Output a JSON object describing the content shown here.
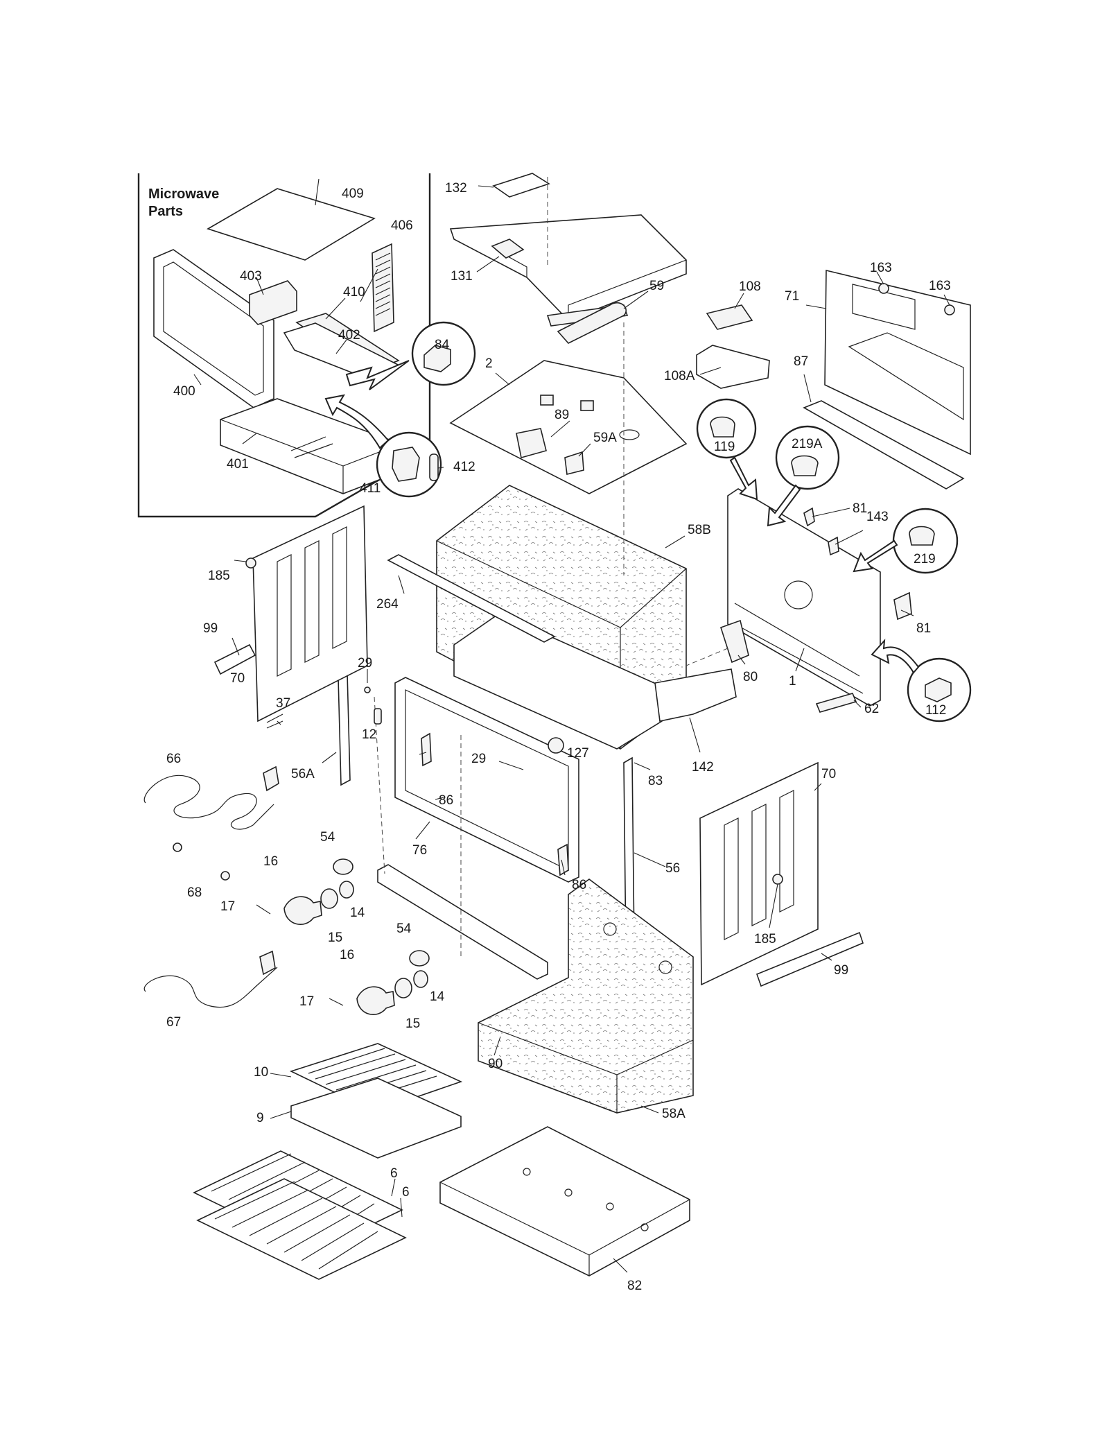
{
  "diagram": {
    "section_title_line1": "Microwave",
    "section_title_line2": "Parts",
    "labels": [
      {
        "id": "l132",
        "text": "132"
      },
      {
        "id": "l131",
        "text": "131"
      },
      {
        "id": "l59",
        "text": "59"
      },
      {
        "id": "l108",
        "text": "108"
      },
      {
        "id": "l108A",
        "text": "108A"
      },
      {
        "id": "l71",
        "text": "71"
      },
      {
        "id": "l163a",
        "text": "163"
      },
      {
        "id": "l163b",
        "text": "163"
      },
      {
        "id": "l87",
        "text": "87"
      },
      {
        "id": "l409",
        "text": "409"
      },
      {
        "id": "l406",
        "text": "406"
      },
      {
        "id": "l403",
        "text": "403"
      },
      {
        "id": "l410",
        "text": "410"
      },
      {
        "id": "l402",
        "text": "402"
      },
      {
        "id": "l400",
        "text": "400"
      },
      {
        "id": "l401",
        "text": "401"
      },
      {
        "id": "l84",
        "text": "84"
      },
      {
        "id": "l411",
        "text": "411"
      },
      {
        "id": "l412",
        "text": "412"
      },
      {
        "id": "l2",
        "text": "2"
      },
      {
        "id": "l89",
        "text": "89"
      },
      {
        "id": "l59A",
        "text": "59A"
      },
      {
        "id": "l119",
        "text": "119"
      },
      {
        "id": "l219A",
        "text": "219A"
      },
      {
        "id": "l219",
        "text": "219"
      },
      {
        "id": "l81a",
        "text": "81"
      },
      {
        "id": "l143",
        "text": "143"
      },
      {
        "id": "l81b",
        "text": "81"
      },
      {
        "id": "l80",
        "text": "80"
      },
      {
        "id": "l1",
        "text": "1"
      },
      {
        "id": "l112",
        "text": "112"
      },
      {
        "id": "l62",
        "text": "62"
      },
      {
        "id": "l58B",
        "text": "58B"
      },
      {
        "id": "l264",
        "text": "264"
      },
      {
        "id": "l185a",
        "text": "185"
      },
      {
        "id": "l99a",
        "text": "99"
      },
      {
        "id": "l70a",
        "text": "70"
      },
      {
        "id": "l29a",
        "text": "29"
      },
      {
        "id": "l12",
        "text": "12"
      },
      {
        "id": "l37",
        "text": "37"
      },
      {
        "id": "l56A",
        "text": "56A"
      },
      {
        "id": "l66",
        "text": "66"
      },
      {
        "id": "l68",
        "text": "68"
      },
      {
        "id": "l29b",
        "text": "29"
      },
      {
        "id": "l127",
        "text": "127"
      },
      {
        "id": "l86a",
        "text": "86"
      },
      {
        "id": "l76",
        "text": "76"
      },
      {
        "id": "l86b",
        "text": "86"
      },
      {
        "id": "l142",
        "text": "142"
      },
      {
        "id": "l83",
        "text": "83"
      },
      {
        "id": "l56",
        "text": "56"
      },
      {
        "id": "l70b",
        "text": "70"
      },
      {
        "id": "l185b",
        "text": "185"
      },
      {
        "id": "l99b",
        "text": "99"
      },
      {
        "id": "l54a",
        "text": "54"
      },
      {
        "id": "l16a",
        "text": "16"
      },
      {
        "id": "l14a",
        "text": "14"
      },
      {
        "id": "l17a",
        "text": "17"
      },
      {
        "id": "l15a",
        "text": "15"
      },
      {
        "id": "l54b",
        "text": "54"
      },
      {
        "id": "l16b",
        "text": "16"
      },
      {
        "id": "l14b",
        "text": "14"
      },
      {
        "id": "l17b",
        "text": "17"
      },
      {
        "id": "l15b",
        "text": "15"
      },
      {
        "id": "l90",
        "text": "90"
      },
      {
        "id": "l67",
        "text": "67"
      },
      {
        "id": "l10",
        "text": "10"
      },
      {
        "id": "l9",
        "text": "9"
      },
      {
        "id": "l58A",
        "text": "58A"
      },
      {
        "id": "l6a",
        "text": "6"
      },
      {
        "id": "l6b",
        "text": "6"
      },
      {
        "id": "l82",
        "text": "82"
      }
    ]
  }
}
